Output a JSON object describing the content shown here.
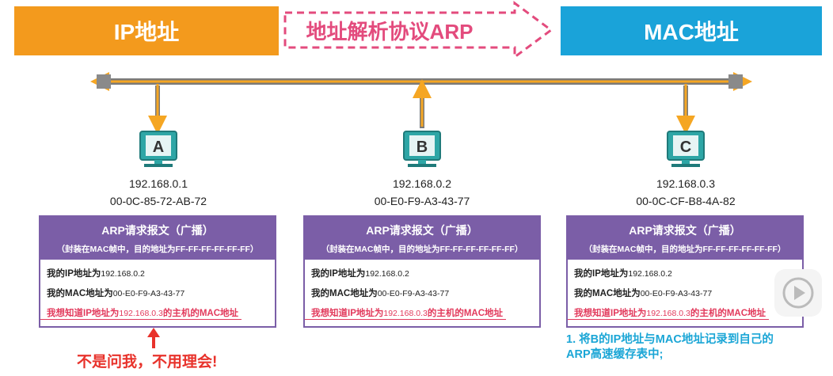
{
  "banners": {
    "ip": "IP地址",
    "protocol": "地址解析协议ARP",
    "mac": "MAC地址"
  },
  "colors": {
    "ip_banner": "#f39a1d",
    "mac_banner": "#1aa3d9",
    "protocol_text": "#e34b7d",
    "bus": "#f5a623",
    "box_header": "#7b5ea7",
    "highlight": "#e23a5c",
    "note": "#1ba6d6"
  },
  "hosts": [
    {
      "letter": "A",
      "ip": "192.168.0.1",
      "mac": "00-0C-85-72-AB-72"
    },
    {
      "letter": "B",
      "ip": "192.168.0.2",
      "mac": "00-E0-F9-A3-43-77"
    },
    {
      "letter": "C",
      "ip": "192.168.0.3",
      "mac": "00-0C-CF-B8-4A-82"
    }
  ],
  "arp": {
    "title": "ARP请求报文（广播）",
    "subtitle": "（封装在MAC帧中，目的地址为FF-FF-FF-FF-FF-FF）",
    "line1_label": "我的IP地址为",
    "line1_value": "192.168.0.2",
    "line2_label": "我的MAC地址为",
    "line2_value": "00-E0-F9-A3-43-77",
    "q_prefix": "我想知道IP地址为",
    "q_ip": "192.168.0.3",
    "q_suffix": "的主机的MAC地址"
  },
  "annotations": {
    "not_me": "不是问我，不用理会!",
    "note_line1": "1. 将B的IP地址与MAC地址记录到自己的",
    "note_line2": "ARP高速缓存表中;"
  },
  "icons": {
    "play": "play-icon",
    "computer": "computer-icon"
  }
}
